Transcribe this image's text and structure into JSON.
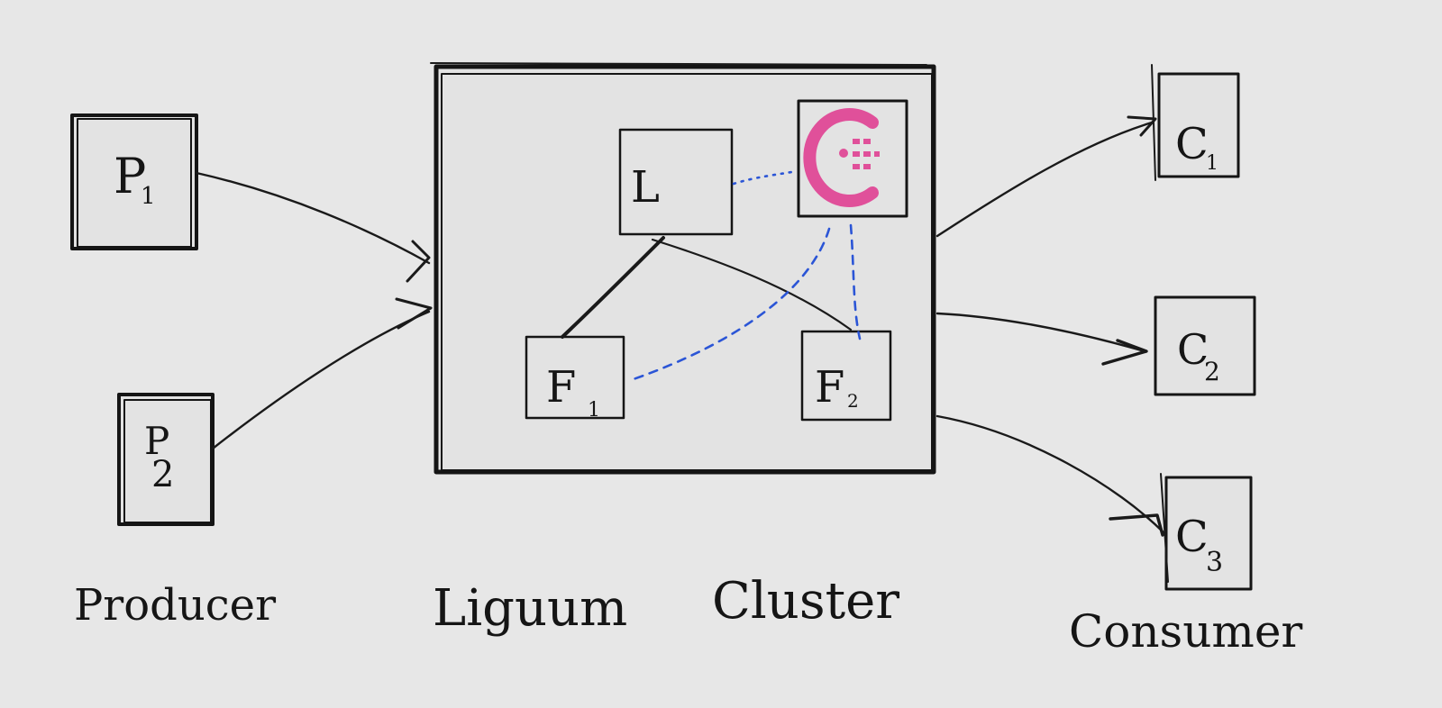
{
  "diagram": {
    "producers": [
      {
        "id": "p1",
        "label": "P",
        "sub": "1"
      },
      {
        "id": "p2",
        "label": "P",
        "sub": "2"
      }
    ],
    "producer_caption": "Producer",
    "cluster": {
      "caption_left": "Liguum",
      "caption_right": "Cluster",
      "leader": {
        "label": "L"
      },
      "followers": [
        {
          "id": "f1",
          "label": "F",
          "sub": "1"
        },
        {
          "id": "f2",
          "label": "F",
          "sub": "2"
        }
      ],
      "coordinator_icon": "consul-logo-icon",
      "coordinator_color": "#e0509a"
    },
    "consumers": [
      {
        "id": "c1",
        "label": "C",
        "sub": "1"
      },
      {
        "id": "c2",
        "label": "C",
        "sub": "2"
      },
      {
        "id": "c3",
        "label": "C",
        "sub": "3"
      }
    ],
    "consumer_caption": "Consumer",
    "colors": {
      "background": "#e7e7e7",
      "ink": "#151515",
      "dashed_link": "#2b55d6"
    }
  }
}
